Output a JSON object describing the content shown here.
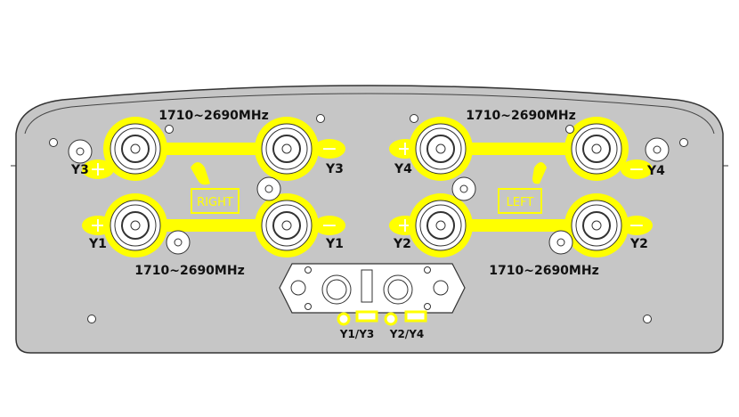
{
  "colors": {
    "panel": "#c6c6c6",
    "highlight": "#ffff00",
    "outline": "#333333",
    "connector": "#ffffff"
  },
  "frequency_labels": [
    "1710~2690MHz",
    "1710~2690MHz",
    "1710~2690MHz",
    "1710~2690MHz"
  ],
  "side_labels": {
    "right": "RIGHT",
    "left": "LEFT"
  },
  "port_labels": {
    "right_top_left": "Y3",
    "right_top_right": "Y3",
    "right_bottom_left": "Y1",
    "right_bottom_right": "Y1",
    "left_top_left": "Y4",
    "left_top_right": "Y4",
    "left_bottom_left": "Y2",
    "left_bottom_right": "Y2"
  },
  "polarity": {
    "plus": "+",
    "minus": "−"
  },
  "led_labels": [
    "Y1/Y3",
    "Y2/Y4"
  ]
}
